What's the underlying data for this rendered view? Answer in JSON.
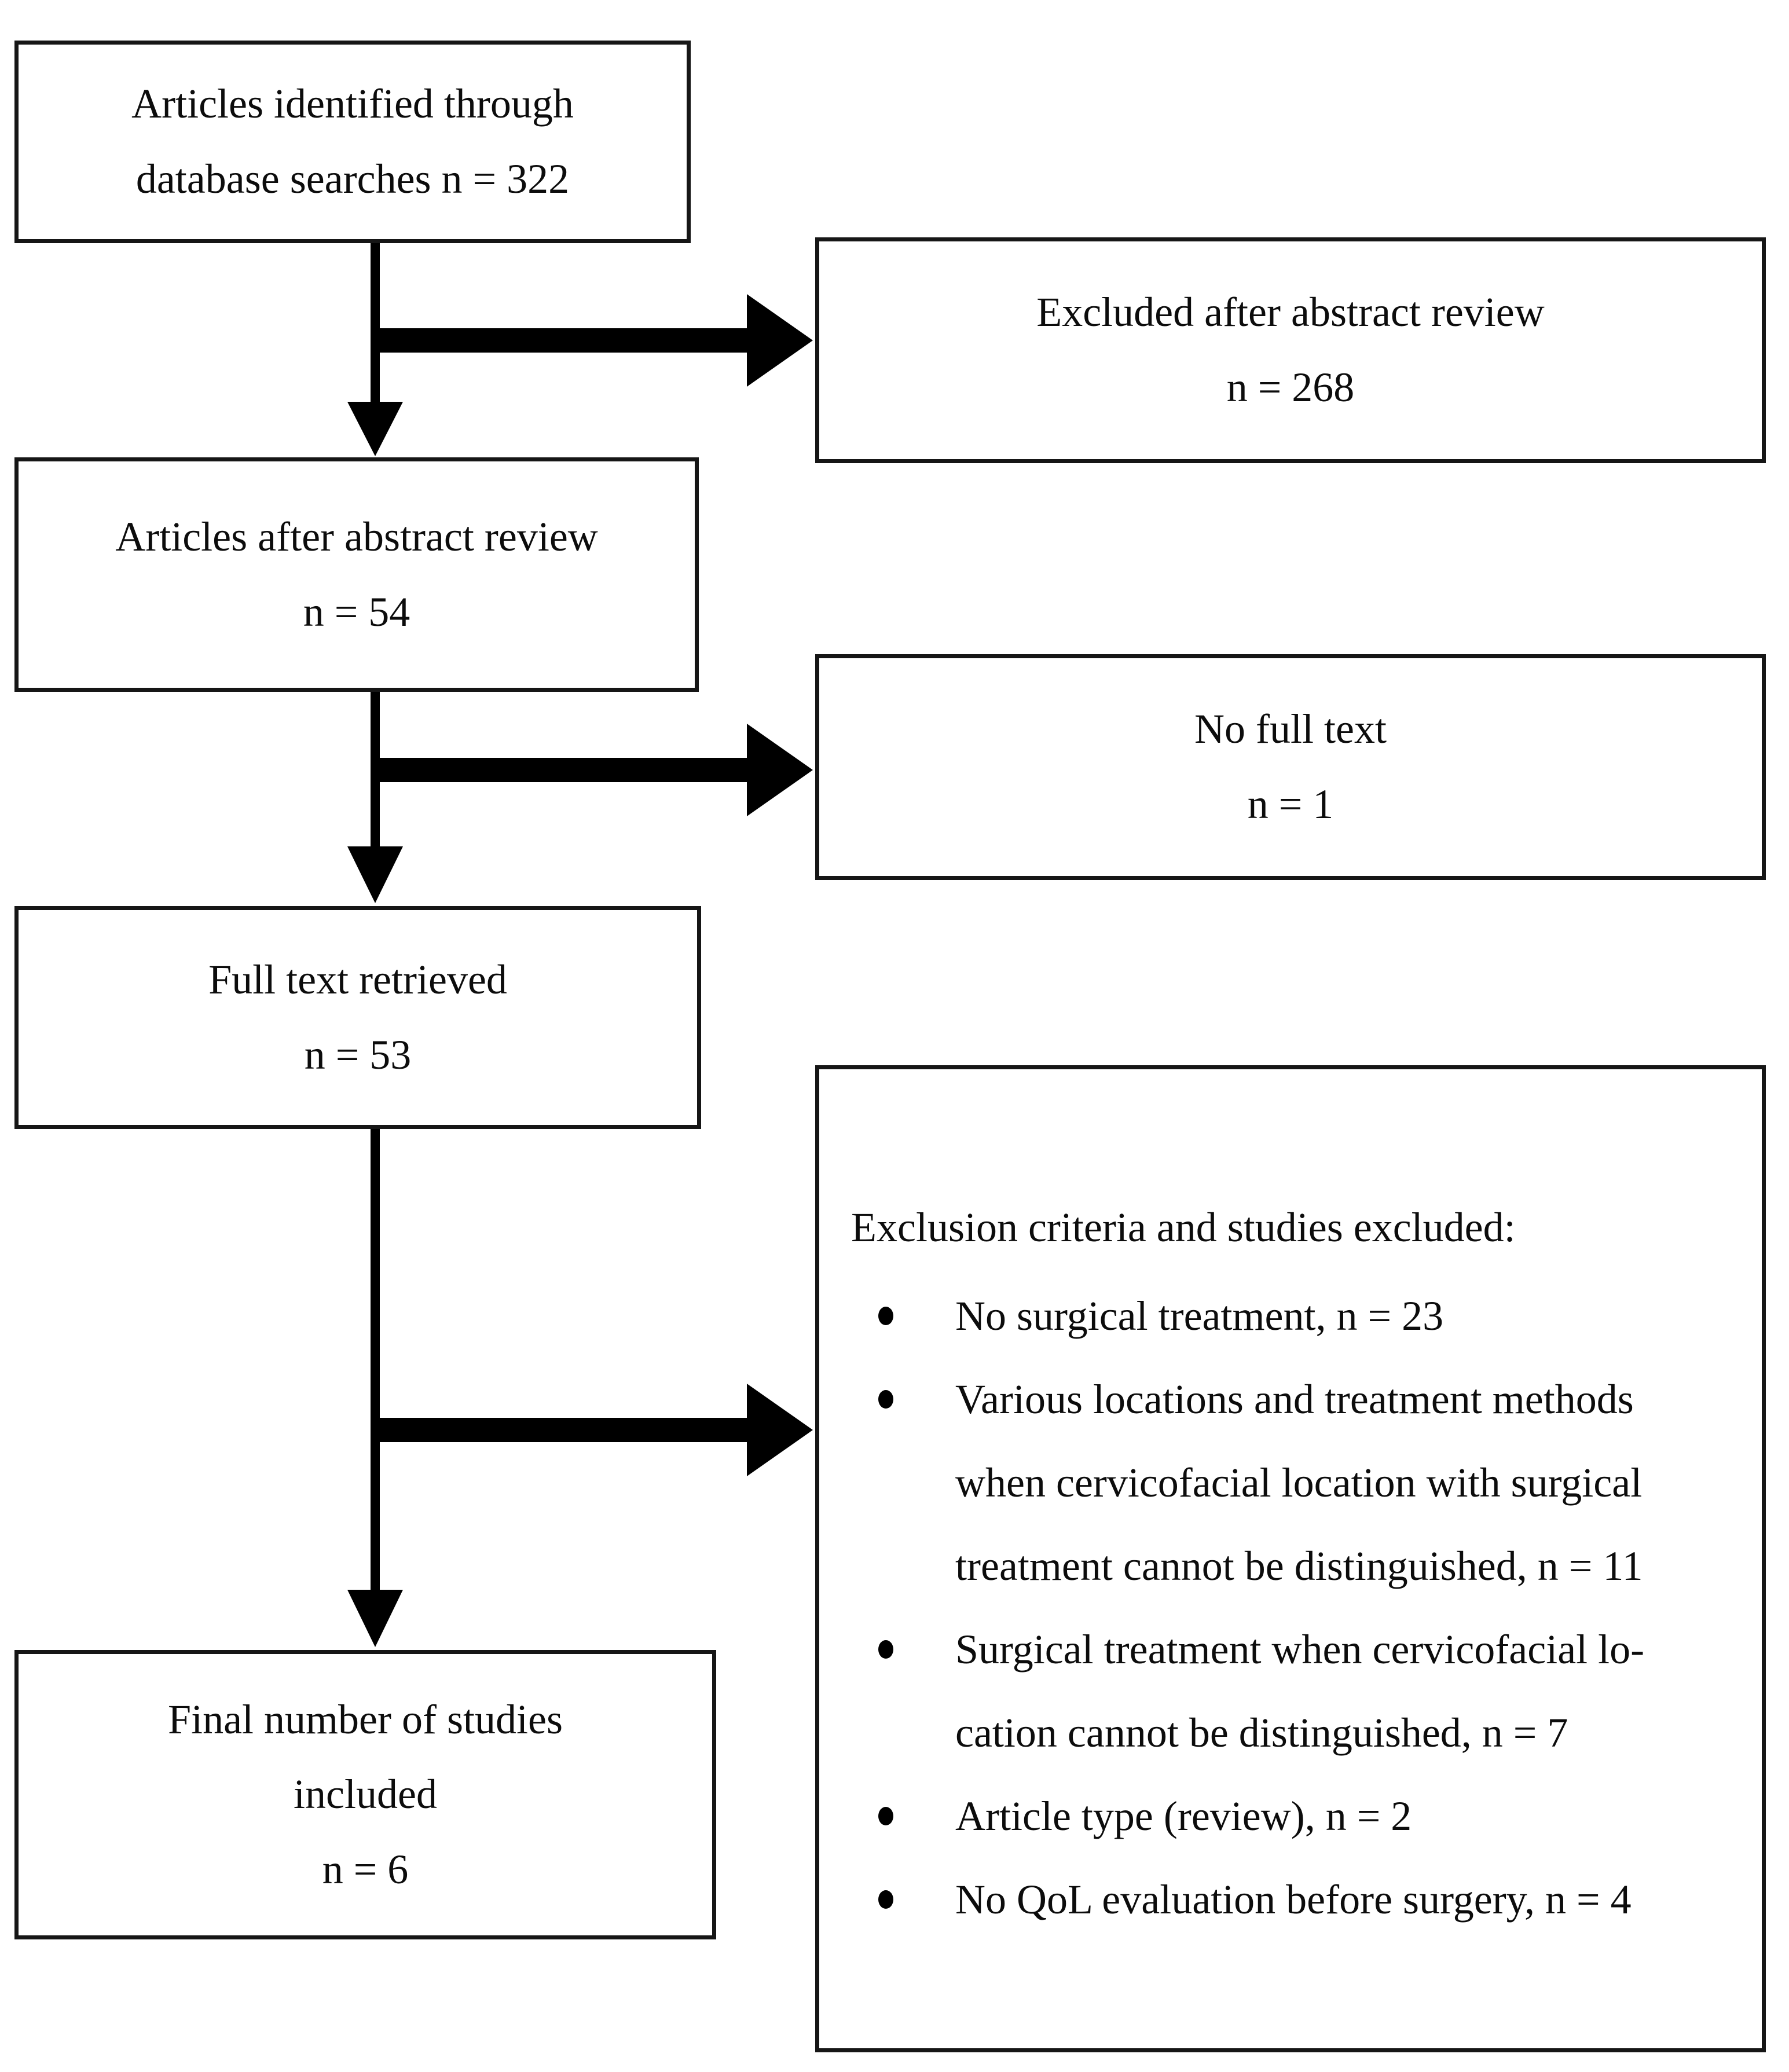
{
  "diagram": {
    "flow": {
      "identified": {
        "lines": [
          "Articles identified through",
          "database searches n = 322"
        ]
      },
      "after_abstract": {
        "lines": [
          "Articles after abstract review",
          "n = 54"
        ]
      },
      "full_text": {
        "lines": [
          "Full text retrieved",
          "n = 53"
        ]
      },
      "final": {
        "lines": [
          "Final number of studies",
          "included",
          "n = 6"
        ]
      }
    },
    "side": {
      "excluded_abstract": {
        "lines": [
          "Excluded after abstract review",
          "n = 268"
        ]
      },
      "no_full_text": {
        "lines": [
          "No full text",
          "n = 1"
        ]
      },
      "exclusion": {
        "heading": "Exclusion criteria and studies excluded:",
        "bullets": [
          [
            "No surgical treatment, n = 23"
          ],
          [
            "Various locations and treatment methods",
            "when cervicofacial location with surgical",
            "treatment cannot be distinguished, n = 11"
          ],
          [
            "Surgical treatment when cervicofacial lo-",
            "cation cannot be distinguished, n = 7"
          ],
          [
            "Article type (review), n = 2"
          ],
          [
            "No QoL evaluation before surgery, n = 4"
          ]
        ]
      }
    },
    "colors": {
      "ink": "#000000",
      "border": "#161616",
      "background": "#ffffff"
    }
  }
}
